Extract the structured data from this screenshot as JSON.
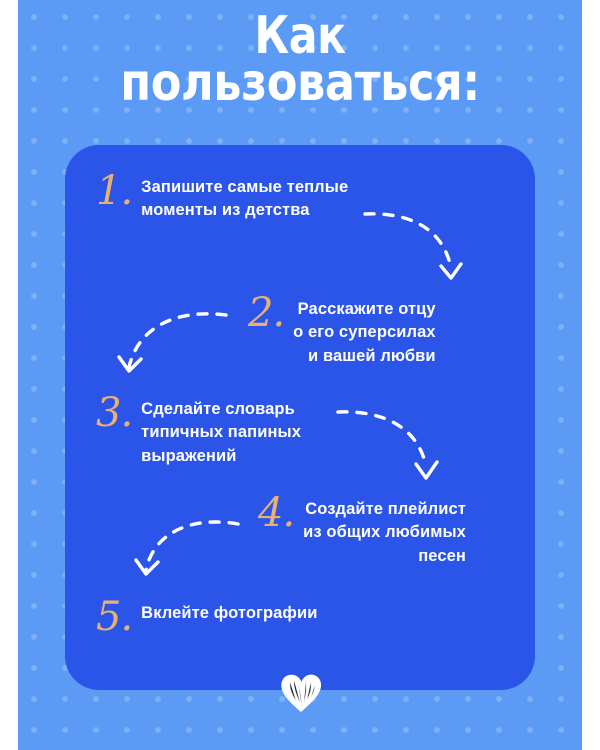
{
  "page": {
    "title_line1": "Как",
    "title_line2": "пользоваться:"
  },
  "colors": {
    "page_background": "#ffffff",
    "backdrop": "#5b9bf5",
    "backdrop_dot": "#7fb3f8",
    "card": "#2b55e8",
    "numeral": "#e8b074",
    "text": "#ffffff",
    "arrow": "#ffffff",
    "heart": "#ffffff"
  },
  "steps": [
    {
      "number": "1.",
      "text": "Запишите самые теплые\nмоменты из детства",
      "align": "left"
    },
    {
      "number": "2.",
      "text": "Расскажите отцу\nо его суперсилах\nи вашей любви",
      "align": "right"
    },
    {
      "number": "3.",
      "text": "Сделайте словарь\nтипичных папиных\nвыражений",
      "align": "left"
    },
    {
      "number": "4.",
      "text": "Создайте плейлист\nиз общих любимых\nпесен",
      "align": "right"
    },
    {
      "number": "5.",
      "text": "Вклейте фотографии",
      "align": "left"
    }
  ],
  "arrows": [
    {
      "name": "arrow-step-1-to-2",
      "direction": "right-down",
      "style": "dashed-curve"
    },
    {
      "name": "arrow-step-2-to-3",
      "direction": "left-down",
      "style": "dashed-curve"
    },
    {
      "name": "arrow-step-3-to-4",
      "direction": "right-down",
      "style": "dashed-curve"
    },
    {
      "name": "arrow-step-4-to-5",
      "direction": "left-down",
      "style": "dashed-curve"
    }
  ],
  "decor": {
    "heart": "heart-icon"
  }
}
